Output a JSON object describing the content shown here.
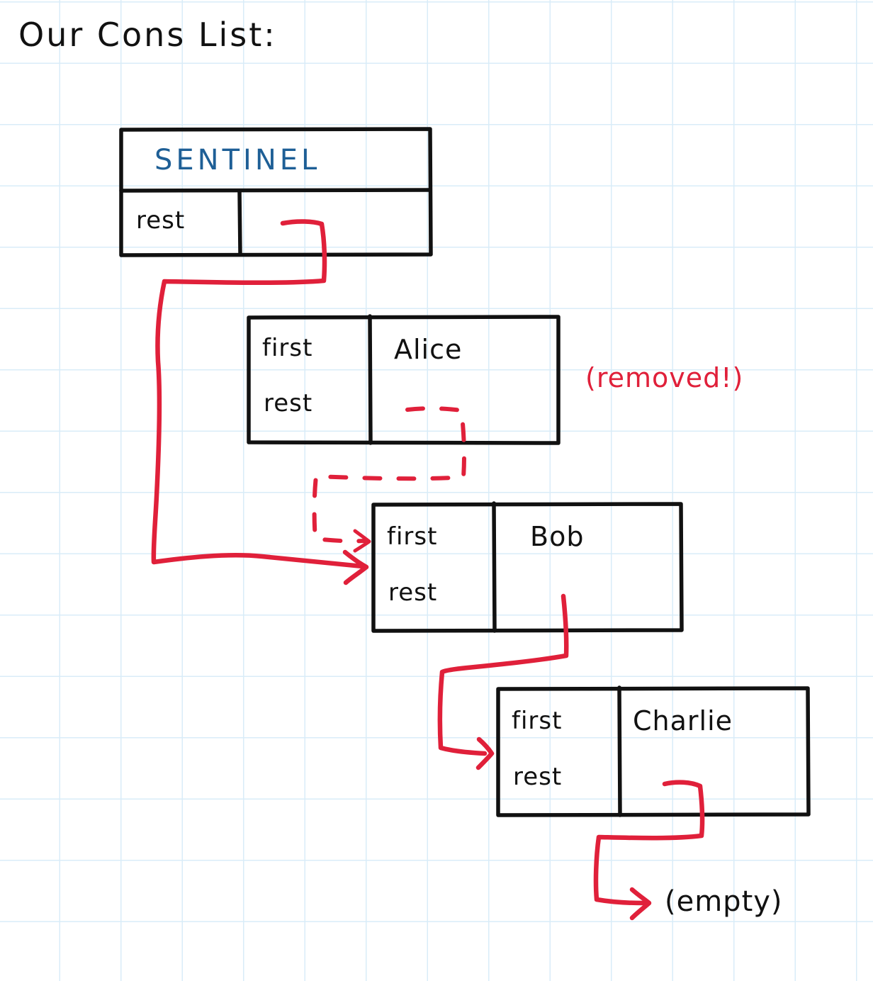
{
  "page": {
    "title": "Our Cons List:",
    "background": "#ffffff",
    "grid_color": "#d9ecf8",
    "ink_black": "#111111",
    "ink_red": "#e0203a",
    "ink_blue": "#1e5f96"
  },
  "nodes": [
    {
      "id": "sentinel",
      "header_label": "SENTINEL",
      "header_color": "#1e5f96",
      "fields": [
        {
          "name": "rest",
          "value": ""
        }
      ]
    },
    {
      "id": "alice",
      "header_label": "",
      "fields": [
        {
          "name": "first",
          "value": "Alice"
        },
        {
          "name": "rest",
          "value": ""
        }
      ]
    },
    {
      "id": "bob",
      "header_label": "",
      "fields": [
        {
          "name": "first",
          "value": "Bob"
        },
        {
          "name": "rest",
          "value": ""
        }
      ]
    },
    {
      "id": "charlie",
      "header_label": "",
      "fields": [
        {
          "name": "first",
          "value": "Charlie"
        },
        {
          "name": "rest",
          "value": ""
        }
      ]
    }
  ],
  "annotations": {
    "removed_note": "(removed!)",
    "empty_note": "(empty)"
  },
  "labels": {
    "sentinel_header": "SENTINEL",
    "sentinel_rest": "rest",
    "alice_first": "first",
    "alice_rest": "rest",
    "alice_value": "Alice",
    "bob_first": "first",
    "bob_rest": "rest",
    "bob_value": "Bob",
    "charlie_first": "first",
    "charlie_rest": "rest",
    "charlie_value": "Charlie"
  }
}
